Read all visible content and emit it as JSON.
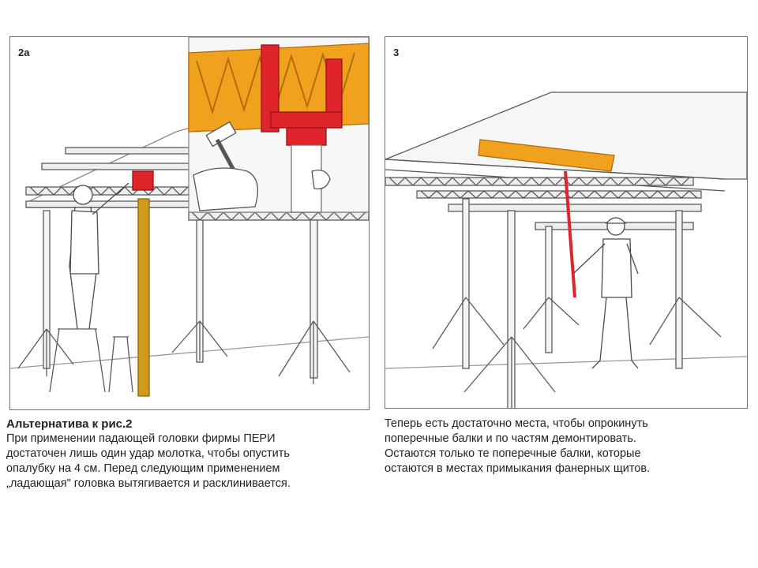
{
  "panels": [
    {
      "number": "2a"
    },
    {
      "number": "3"
    }
  ],
  "captions": {
    "left": {
      "title": "Альтернатива к рис.2",
      "lines": [
        "При применении падающей головки фирмы ПЕРИ",
        "достаточен лишь один удар молотка, чтобы опустить",
        "опалубку на 4 см. Перед следующим применением",
        "„ладающая\" головка вытягивается и расклинивается."
      ]
    },
    "right": {
      "lines": [
        "Теперь есть достаточно места, чтобы опрокинуть",
        "поперечные балки и по частям демонтировать.",
        "Остаются только те поперечные балки, которые",
        "остаются в местах примыкания фанерных щитов."
      ]
    }
  },
  "colors": {
    "beam_orange": "#f0a21e",
    "drophead_red": "#e0242c",
    "prop_gold": "#d29a1a",
    "line_gray": "#5a5a5a"
  },
  "icons": [
    "worker-figure-icon",
    "hammer-icon",
    "hand-icon",
    "helmet-icon"
  ]
}
